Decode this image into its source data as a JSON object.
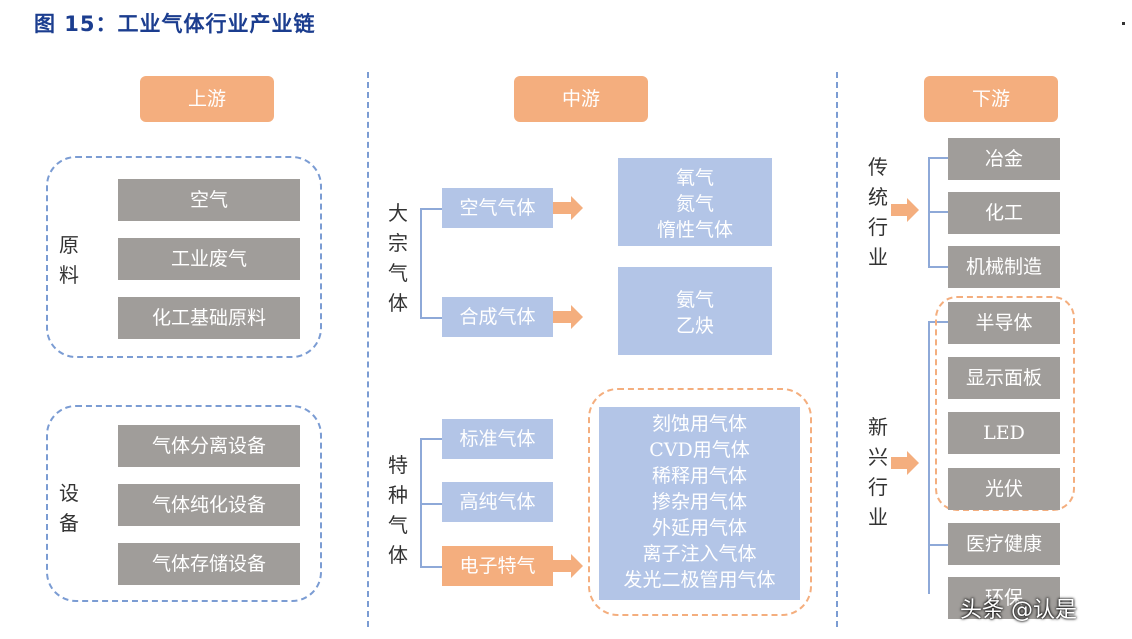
{
  "title": "图 15：工业气体行业产业链",
  "stages": {
    "upstream": "上游",
    "midstream": "中游",
    "downstream": "下游"
  },
  "upstream": {
    "materials": {
      "label": [
        "原",
        "料"
      ],
      "items": [
        "空气",
        "工业废气",
        "化工基础原料"
      ]
    },
    "equipment": {
      "label": [
        "设",
        "备"
      ],
      "items": [
        "气体分离设备",
        "气体纯化设备",
        "气体存储设备"
      ]
    }
  },
  "midstream": {
    "bulk": {
      "label": [
        "大",
        "宗",
        "气",
        "体"
      ],
      "groups": [
        {
          "name": "空气气体",
          "products": [
            "氧气",
            "氮气",
            "惰性气体"
          ]
        },
        {
          "name": "合成气体",
          "products": [
            "氨气",
            "乙炔"
          ]
        }
      ]
    },
    "special": {
      "label": [
        "特",
        "种",
        "气",
        "体"
      ],
      "types": [
        "标准气体",
        "高纯气体",
        "电子特气"
      ],
      "electronic_products": [
        "刻蚀用气体",
        "CVD用气体",
        "稀释用气体",
        "掺杂用气体",
        "外延用气体",
        "离子注入气体",
        "发光二极管用气体"
      ]
    }
  },
  "downstream": {
    "traditional": {
      "label": [
        "传",
        "统",
        "行",
        "业"
      ],
      "items": [
        "冶金",
        "化工",
        "机械制造"
      ]
    },
    "emerging": {
      "label": [
        "新",
        "兴",
        "行",
        "业"
      ],
      "items": [
        "半导体",
        "显示面板",
        "LED",
        "光伏",
        "医疗健康",
        "环保"
      ]
    }
  },
  "watermark": "头条 @认是"
}
